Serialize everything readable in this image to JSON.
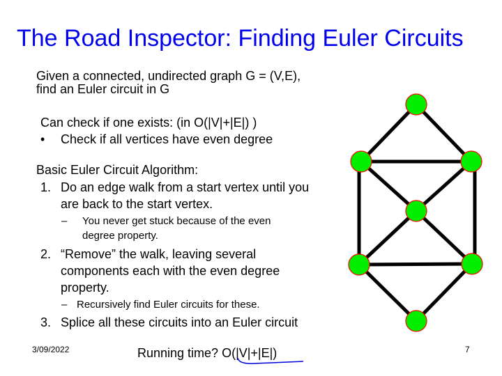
{
  "title": "The Road Inspector: Finding Euler Circuits",
  "intro": [
    "Given a connected, undirected graph G = (V,E),",
    "find an Euler circuit in G"
  ],
  "check": {
    "heading": "Can check if one exists:   (in O(|V|+|E|) )",
    "bullet_marker": "•",
    "bullet": "Check if all vertices have even degree"
  },
  "algorithm": {
    "heading": "Basic Euler Circuit Algorithm:",
    "steps": [
      {
        "num": "1.",
        "lines": [
          "Do an edge walk from a start vertex until you",
          "are back to the start vertex."
        ],
        "sub_marker": "–",
        "sub": [
          "You never get stuck because of the even",
          "degree property."
        ]
      },
      {
        "num": "2.",
        "lines": [
          "“Remove” the walk, leaving several",
          "components each with the even degree",
          "property."
        ],
        "sub_marker": "–",
        "sub": [
          "Recursively find Euler circuits for these."
        ]
      },
      {
        "num": "3.",
        "lines": [
          "Splice all these circuits into an Euler circuit"
        ]
      }
    ]
  },
  "footer": {
    "date": "3/09/2022",
    "running_time": "Running time? O(|V|+|E|)",
    "page": "7"
  },
  "colors": {
    "title": "#0000ee",
    "node_fill": "#00ee00",
    "node_stroke": "#ff0000",
    "annotation": "#0000dd"
  }
}
